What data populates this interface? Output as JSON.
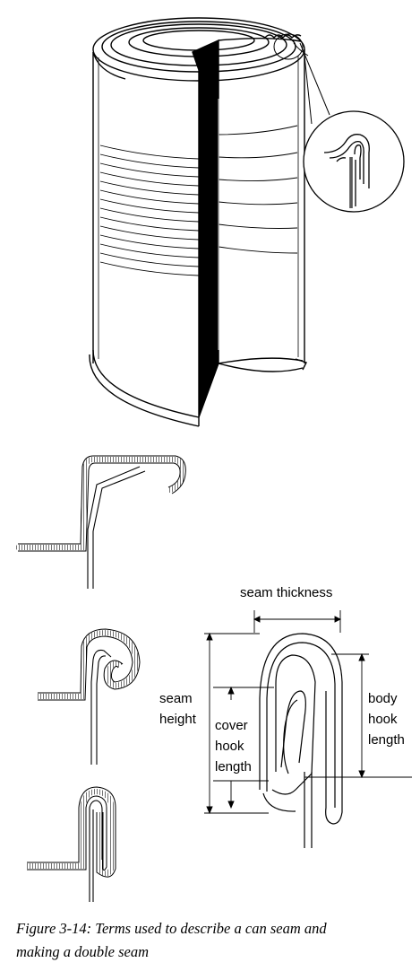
{
  "labels": {
    "seam_thickness": "seam thickness",
    "seam_height_1": "seam",
    "seam_height_2": "height",
    "cover_hook_1": "cover",
    "cover_hook_2": "hook",
    "cover_hook_3": "length",
    "body_hook_1": "body",
    "body_hook_2": "hook",
    "body_hook_3": "length"
  },
  "caption": {
    "line1": "Figure 3-14: Terms used to describe a can seam and",
    "line2": "making a double seam"
  }
}
